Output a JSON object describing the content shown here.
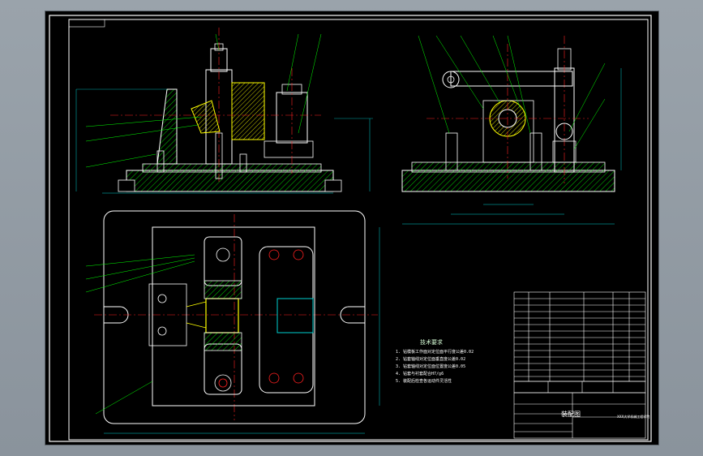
{
  "title_block": {
    "drawing_title": "装配图",
    "company": "XXX大学机械工程学院"
  },
  "technical_requirements": {
    "title": "技术要求",
    "lines": [
      "1. 钻模板工作面对定位面平行度公差0.02",
      "2. 钻套轴线对定位面垂直度公差0.02",
      "3. 钻套轴线对定位面位置度公差0.05",
      "4. 钻套与衬套配合H7/g6",
      "5. 装配后检查各运动件灵活性"
    ]
  },
  "colors": {
    "background": "#000000",
    "outline": "#ffffff",
    "dimension": "#00d0d0",
    "centerline": "#ff2020",
    "section_hatch": "#00ff00",
    "highlight_part": "#ffff00",
    "leader": "#00ff00"
  }
}
